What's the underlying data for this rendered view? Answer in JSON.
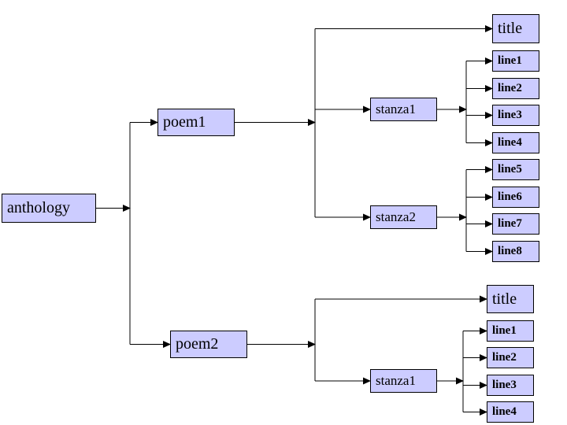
{
  "colors": {
    "background": "#ffffff",
    "node_fill": "#ccccff",
    "node_border": "#000000",
    "connector": "#000000"
  },
  "tree": {
    "anthology": {
      "label": "anthology"
    },
    "poem1": {
      "label": "poem1",
      "title": "title",
      "stanza1": {
        "label": "stanza1",
        "lines": [
          "line1",
          "line2",
          "line3",
          "line4"
        ]
      },
      "stanza2": {
        "label": "stanza2",
        "lines": [
          "line5",
          "line6",
          "line7",
          "line8"
        ]
      }
    },
    "poem2": {
      "label": "poem2",
      "title": "title",
      "stanza1": {
        "label": "stanza1",
        "lines": [
          "line1",
          "line2",
          "line3",
          "line4"
        ]
      }
    }
  }
}
